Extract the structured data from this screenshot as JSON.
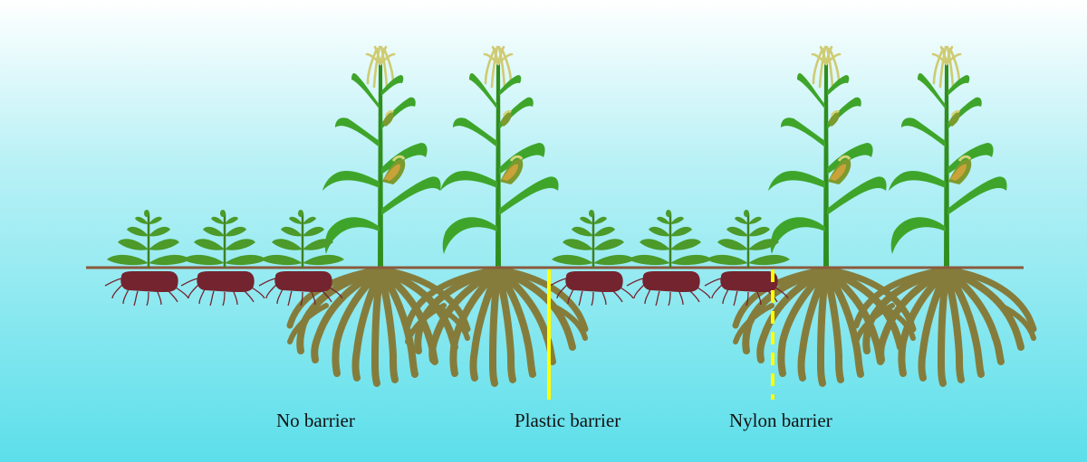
{
  "labels": {
    "no_barrier": "No barrier",
    "plastic_barrier": "Plastic barrier",
    "nylon_barrier": "Nylon barrier"
  },
  "colors": {
    "sky_top": "#ffffff",
    "sky_bottom": "#5cdfea",
    "soil_line": "#8a5a3c",
    "leaf": "#4b9a2a",
    "maize_stem": "#2f8e1e",
    "maize_leaf": "#3ea52a",
    "tassel": "#d6d27a",
    "root": "#857c3c",
    "tuber": "#74242e",
    "barrier": "#ffff00"
  },
  "icons": {
    "small_plant": "seedling-with-tuber-icon",
    "maize": "maize-plant-icon"
  }
}
